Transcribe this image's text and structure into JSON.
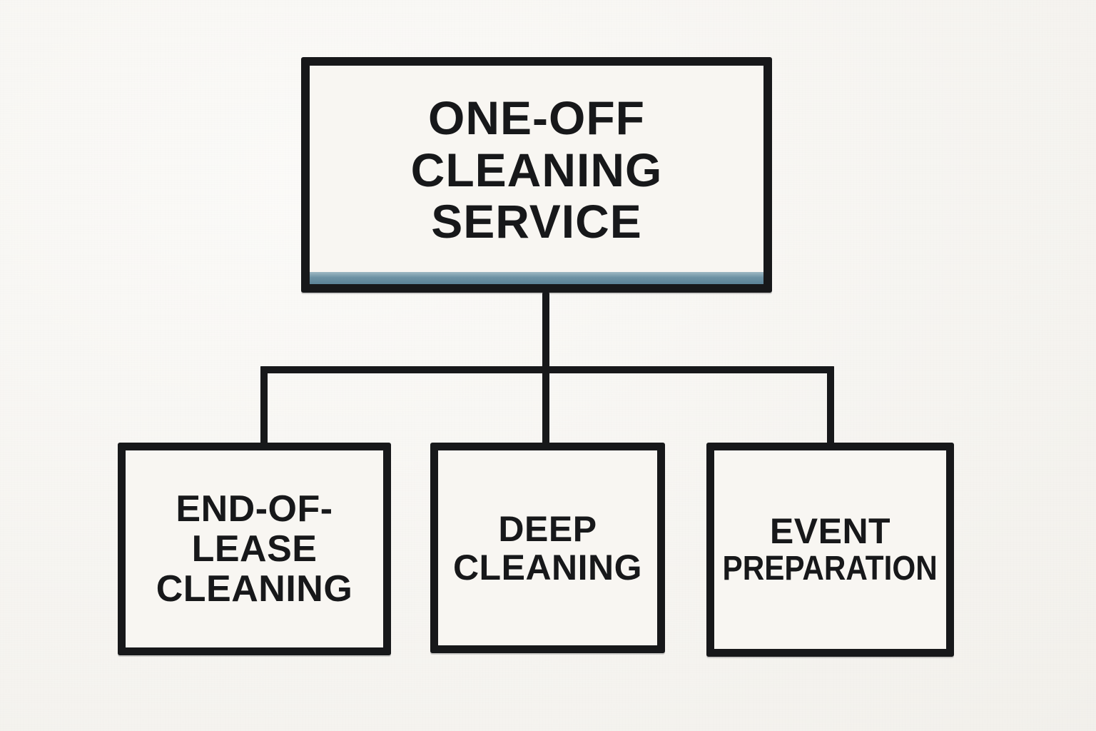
{
  "diagram": {
    "title": "One-Off Cleaning Service org chart",
    "background_color": "#f7f5f0",
    "ink_color": "#17181a",
    "accent_color": "#6d92a4",
    "root": {
      "id": "root",
      "lines": [
        "ONE-OFF",
        "CLEANING",
        "SERVICE"
      ],
      "accent_strip": "#6d92a4"
    },
    "children": [
      {
        "id": "child-0",
        "lines": [
          "END-OF-",
          "LEASE",
          "CLEANING"
        ]
      },
      {
        "id": "child-1",
        "lines": [
          "DEEP",
          "CLEANING"
        ]
      },
      {
        "id": "child-2",
        "lines": [
          "EVENT",
          "PREPARATION"
        ]
      }
    ]
  }
}
